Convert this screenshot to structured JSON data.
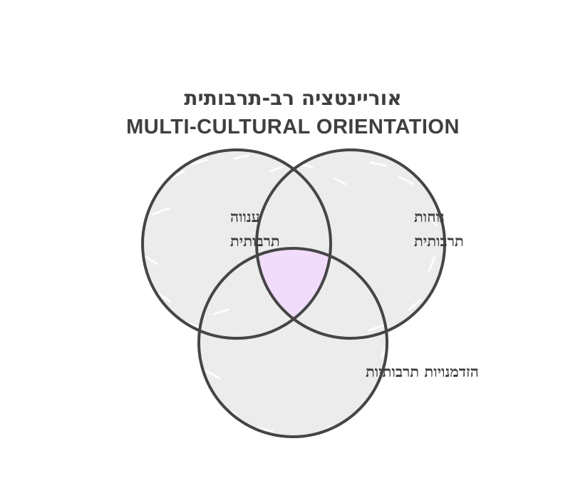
{
  "title": {
    "hebrew": "אוריינטציה רב-תרבותית",
    "english": "MULTI-CULTURAL ORIENTATION"
  },
  "sets": [
    {
      "id": "left",
      "lines": [
        "ענווה",
        "תרבותית"
      ]
    },
    {
      "id": "right",
      "lines": [
        "נוחות",
        "תרבותית"
      ]
    },
    {
      "id": "bottom",
      "lines": [
        "הזדמנויות תרבותיות"
      ]
    }
  ],
  "colors": {
    "circle_fill": "#ececec",
    "circle_stroke": "#454545",
    "intersection_fill": "#f2dcfb",
    "text": "#3f3f3f"
  }
}
